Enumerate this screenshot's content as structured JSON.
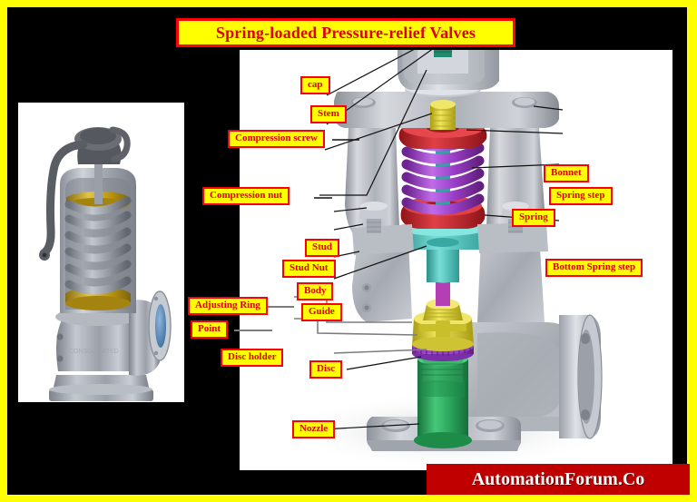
{
  "page": {
    "title": "Spring-loaded Pressure-relief Valves",
    "brand": "AutomationForum.Co",
    "frame_color": "#ffff00",
    "background_color": "#000000",
    "label_fill": "#ffff00",
    "label_border": "#ff0000",
    "label_text_color": "#e00000",
    "brand_background": "#c00000",
    "brand_text_color": "#ffffff"
  },
  "photo": {
    "name": "cutaway-safety-relief-valve-photo",
    "description": "Photographic cutaway of a spring-loaded safety relief valve with lift lever",
    "colors": {
      "body": "#a8acb4",
      "spring": "#8d9097",
      "spring_step": "#c8a42a",
      "flange_bore": "#5b87b8",
      "lever": "#6d6f76"
    }
  },
  "diagram": {
    "name": "cad-cutaway-pressure-relief-valve",
    "colors": {
      "body": "#b6b9bf",
      "cap": "#9fa3aa",
      "stem": "#1f8a6d",
      "compression_screw": "#d8d14a",
      "spring_step": "#c0232a",
      "spring": "#9a3fc8",
      "spring_inner_stem": "#1f9e92",
      "guide": "#4fc2bd",
      "lower_stem": "#b43fb4",
      "disc_holder": "#e0d63a",
      "disc": "#7a2fa8",
      "nozzle": "#2aa45a",
      "outlet": "#b6b9bf"
    }
  },
  "labels": [
    {
      "id": "cap",
      "text": "cap"
    },
    {
      "id": "stem",
      "text": "Stem"
    },
    {
      "id": "compression-screw",
      "text": "Compression screw"
    },
    {
      "id": "compression-nut",
      "text": "Compression nut"
    },
    {
      "id": "bonnet",
      "text": "Bonnet"
    },
    {
      "id": "spring-step",
      "text": "Spring step"
    },
    {
      "id": "spring",
      "text": "Spring"
    },
    {
      "id": "stud",
      "text": "Stud"
    },
    {
      "id": "stud-nut",
      "text": "Stud Nut"
    },
    {
      "id": "body",
      "text": "Body"
    },
    {
      "id": "bottom-spring-step",
      "text": "Bottom  Spring step"
    },
    {
      "id": "adjusting-ring",
      "text": "Adjusting Ring"
    },
    {
      "id": "guide",
      "text": "Guide"
    },
    {
      "id": "point",
      "text": "Point"
    },
    {
      "id": "disc-holder",
      "text": "Disc holder"
    },
    {
      "id": "disc",
      "text": "Disc"
    },
    {
      "id": "nozzle",
      "text": "Nozzle"
    }
  ]
}
